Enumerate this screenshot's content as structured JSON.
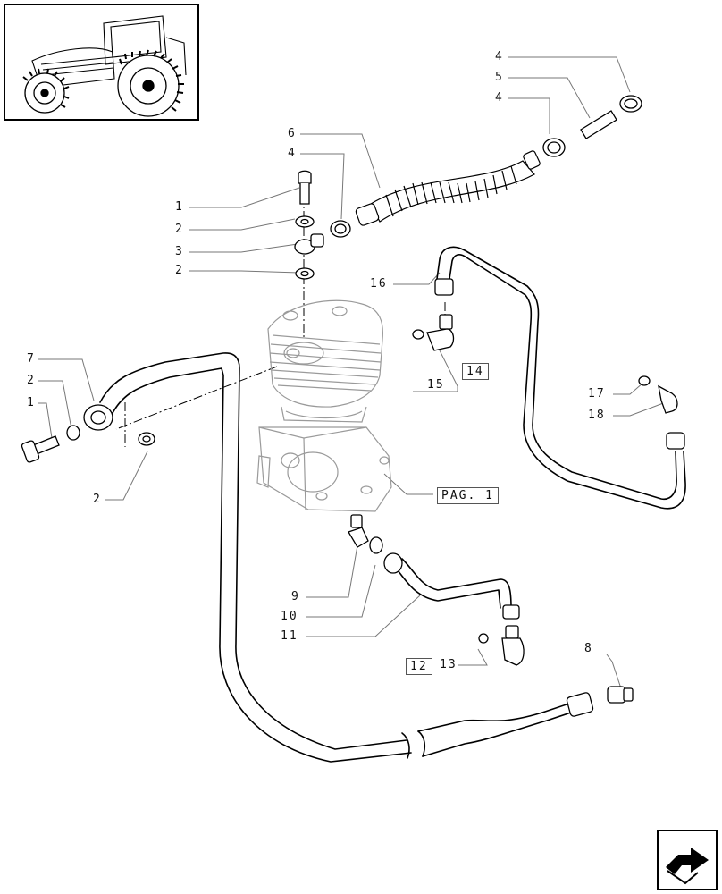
{
  "callouts": {
    "c1a": "1",
    "c2a": "2",
    "c3": "3",
    "c2b": "2",
    "c6": "6",
    "c4a": "4",
    "c4b": "4",
    "c5": "5",
    "c4c": "4",
    "c16": "16",
    "c15": "15",
    "c17": "17",
    "c18": "18",
    "c7": "7",
    "c2c": "2",
    "c1b": "1",
    "c2d": "2",
    "c9": "9",
    "c10": "10",
    "c11": "11",
    "c13": "13",
    "c8": "8"
  },
  "references": {
    "r14": "14",
    "r12": "12",
    "pag": "PAG. 1"
  },
  "icons": {
    "tractor": "tractor-thumbnail-icon",
    "nav": "next-page-arrow-icon"
  },
  "colors": {
    "line": "#000000",
    "leader": "#777777",
    "background": "#ffffff"
  }
}
